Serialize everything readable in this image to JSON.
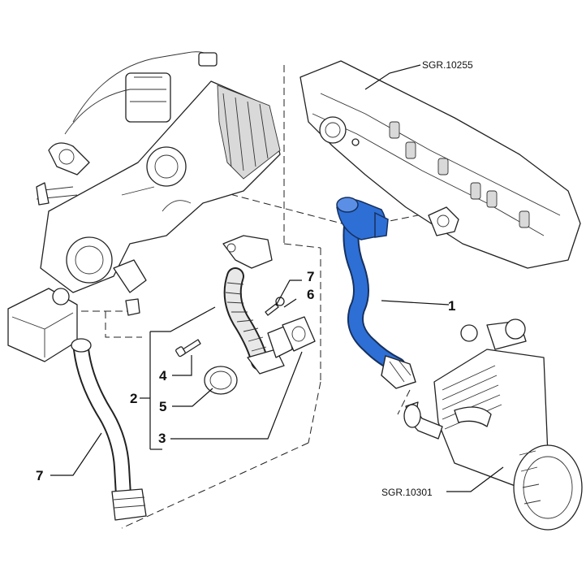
{
  "callouts": {
    "c1": "1",
    "c2": "2",
    "c3": "3",
    "c4": "4",
    "c5": "5",
    "c6": "6",
    "c7_top": "7",
    "c7_left": "7"
  },
  "references": {
    "top": "SGR.10255",
    "bottom": "SGR.10301"
  },
  "colors": {
    "highlight_hose": "#2e6fd6",
    "line": "#222222",
    "background": "#ffffff"
  }
}
